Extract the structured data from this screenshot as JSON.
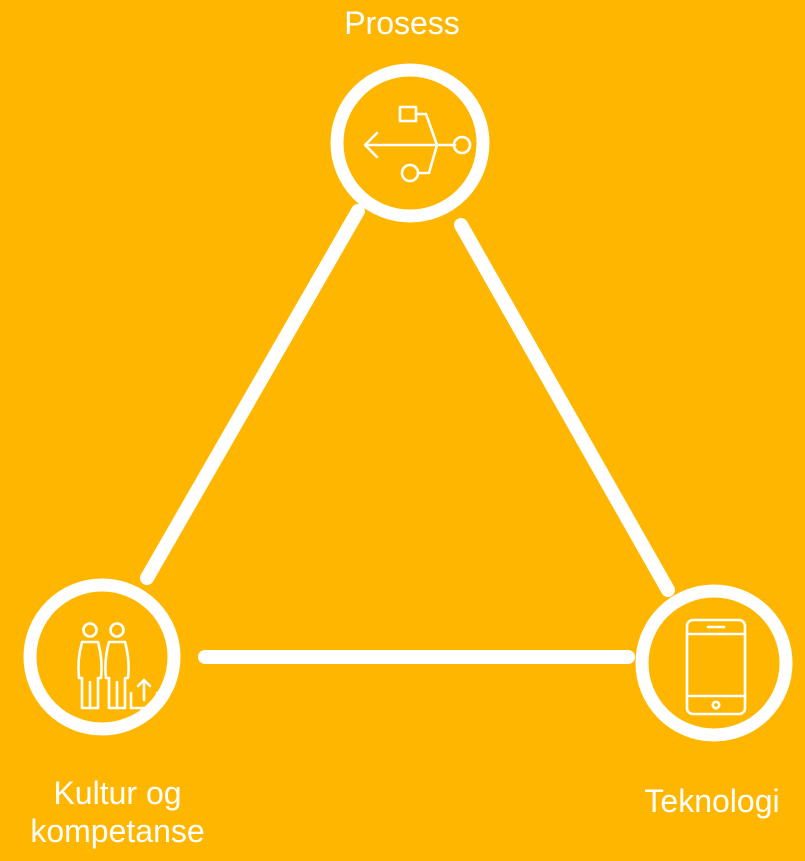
{
  "diagram": {
    "background_color": "#FFB600",
    "stroke_color": "#FFFFFF",
    "nodes": {
      "prosess": {
        "label": "Prosess",
        "icon": "usb-icon"
      },
      "kultur": {
        "label_line1": "Kultur og",
        "label_line2": "kompetanse",
        "icon": "people-upload-icon"
      },
      "teknologi": {
        "label": "Teknologi",
        "icon": "tablet-icon"
      }
    }
  }
}
